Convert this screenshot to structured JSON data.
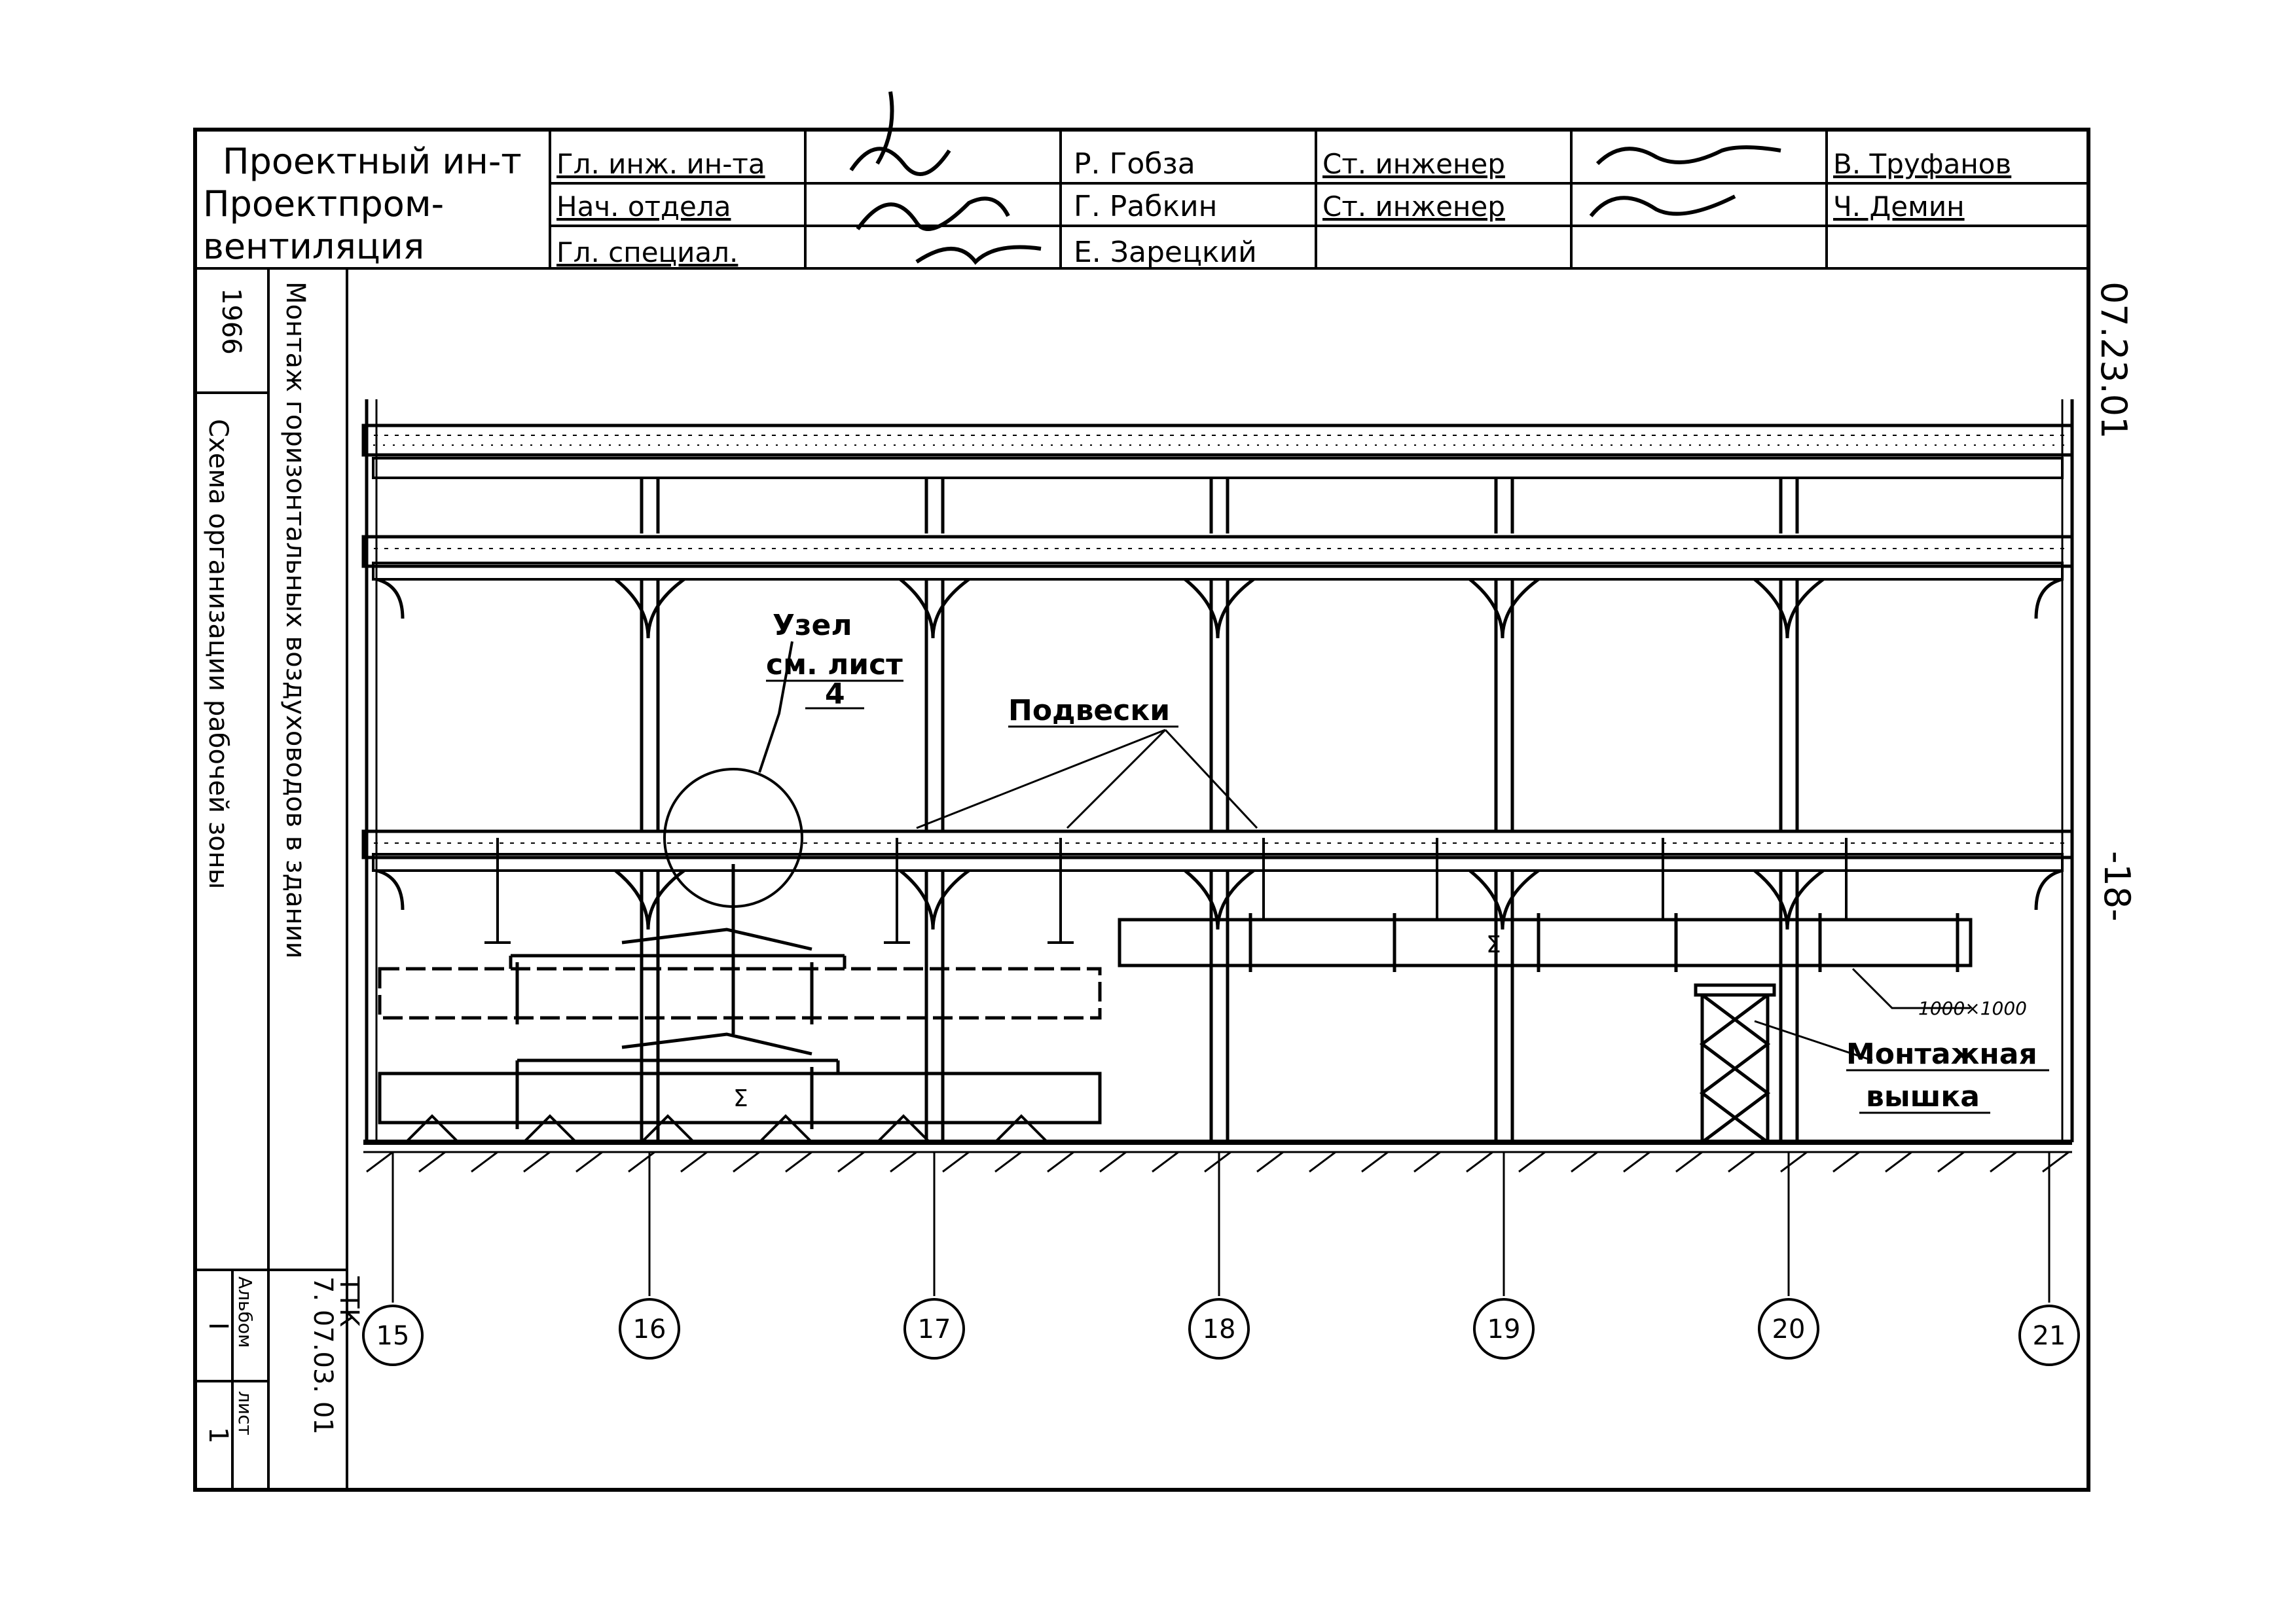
{
  "title_block": {
    "institute_line1": "Проектный ин-т",
    "institute_line2": "Проектпром-",
    "institute_line3": "вентиляция",
    "roles": [
      "Гл. инж. ин-та",
      "Нач. отдела",
      "Гл. специал."
    ],
    "names_left": [
      "Р. Гобза",
      "Г. Рабкин",
      "Е. Зарецкий"
    ],
    "positions_right": [
      "Ст. инженер",
      "Ст. инженер"
    ],
    "names_right": [
      "В. Труфанов",
      "Ч. Демин"
    ]
  },
  "side_panel": {
    "year": "1966",
    "subtitle": "Монтаж горизонтальных воздуховодов в здании",
    "title": "Схема организации рабочей зоны",
    "code": "7. 07.03. 01",
    "sheet_label": "Альбом",
    "sheet_value": "I",
    "list_label": "лист",
    "list_value": "1",
    "ttk": "ТТК"
  },
  "right_margin": {
    "doc_number": "07.23.01",
    "page_number": "-18-"
  },
  "annotations": {
    "node_label": "Узел",
    "node_ref": "см. лист",
    "node_sheet": "4",
    "hangers_label": "Подвески",
    "tower_label_1": "Монтажная",
    "tower_label_2": "вышка",
    "duct_size": "1000×1000"
  },
  "axes": [
    "15",
    "16",
    "17",
    "18",
    "19",
    "20",
    "21"
  ]
}
